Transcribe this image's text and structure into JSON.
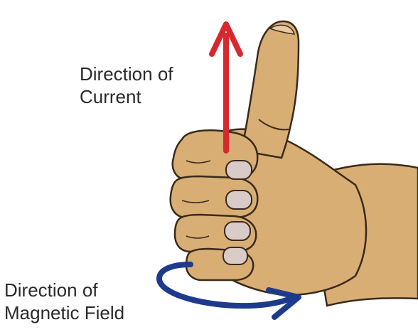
{
  "labels": {
    "current": {
      "line1": "Direction of",
      "line2": "Current"
    },
    "field": {
      "line1": "Direction of",
      "line2": "Magnetic Field"
    }
  },
  "colors": {
    "skin": "#D8AE74",
    "outline": "#3A2A1A",
    "nail": "#D8CBC8",
    "current_arrow": "#D8282E",
    "field_arrow": "#1E3A8C",
    "text": "#2A2A2A"
  },
  "icons": {
    "hand": "thumbs-up-right-hand-icon",
    "current_arrow": "arrow-up-icon",
    "field_arrow": "curved-arrow-icon"
  }
}
